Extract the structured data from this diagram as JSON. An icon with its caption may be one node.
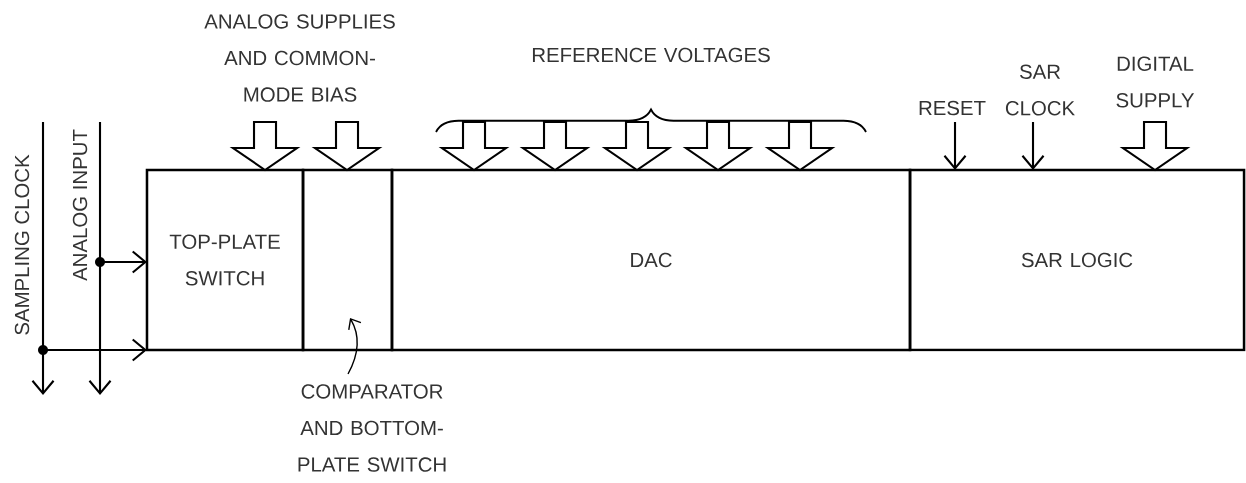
{
  "diagram": {
    "nodes": [
      {
        "text": [
          "SAMPLING CLOCK"
        ]
      },
      {
        "text": [
          "ANALOG INPUT"
        ]
      },
      {
        "text": [
          "TOP-PLATE SWITCH"
        ]
      },
      {
        "text": [],
        "shape": "box"
      },
      {
        "text": [
          "DAC"
        ]
      },
      {
        "text": [
          "SAR LOGIC"
        ]
      },
      {
        "text": [
          "COMPARATOR AND BOTTOM-PLATE SWITCH"
        ]
      },
      {
        "text": [
          "ANALOG SUPPLIES AND COMMON-MODE BIAS"
        ]
      },
      {
        "text": [
          "REFERENCE VOLTAGES"
        ]
      },
      {
        "text": [
          "RESET"
        ]
      },
      {
        "text": [
          "SAR CLOCK"
        ]
      },
      {
        "text": [
          "DIGITAL SUPPLY"
        ]
      }
    ],
    "edges": [
      {
        "from": 0,
        "to": null,
        "arrow": "to"
      },
      {
        "from": 0,
        "to": 2,
        "arrow": "to"
      },
      {
        "from": 1,
        "to": null,
        "arrow": "to"
      },
      {
        "from": 1,
        "to": 2,
        "arrow": "to"
      },
      {
        "from": 7,
        "to": 2,
        "arrow": "to",
        "style": "thick"
      },
      {
        "from": 7,
        "to": 3,
        "arrow": "to",
        "style": "thick"
      },
      {
        "from": 8,
        "to": 4,
        "arrow": "to",
        "style": "thick"
      },
      {
        "from": 8,
        "to": 4,
        "arrow": "to",
        "style": "thick"
      },
      {
        "from": 8,
        "to": 4,
        "arrow": "to",
        "style": "thick"
      },
      {
        "from": 8,
        "to": 4,
        "arrow": "to",
        "style": "thick"
      },
      {
        "from": 8,
        "to": 4,
        "arrow": "to",
        "style": "thick"
      },
      {
        "from": 9,
        "to": 5,
        "arrow": "to"
      },
      {
        "from": 10,
        "to": 5,
        "arrow": "to"
      },
      {
        "from": 11,
        "to": 5,
        "arrow": "to",
        "style": "thick"
      },
      {
        "from": 6,
        "to": 3,
        "arrow": "to"
      }
    ]
  }
}
